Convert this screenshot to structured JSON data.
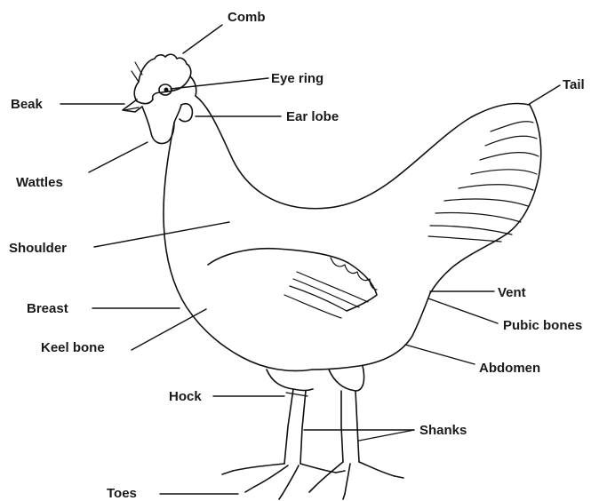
{
  "diagram": {
    "labels": {
      "comb": "Comb",
      "eye_ring": "Eye ring",
      "tail": "Tail",
      "beak": "Beak",
      "ear_lobe": "Ear lobe",
      "wattles": "Wattles",
      "shoulder": "Shoulder",
      "vent": "Vent",
      "breast": "Breast",
      "pubic_bones": "Pubic bones",
      "keel_bone": "Keel bone",
      "abdomen": "Abdomen",
      "hock": "Hock",
      "shanks": "Shanks",
      "toes": "Toes"
    }
  }
}
